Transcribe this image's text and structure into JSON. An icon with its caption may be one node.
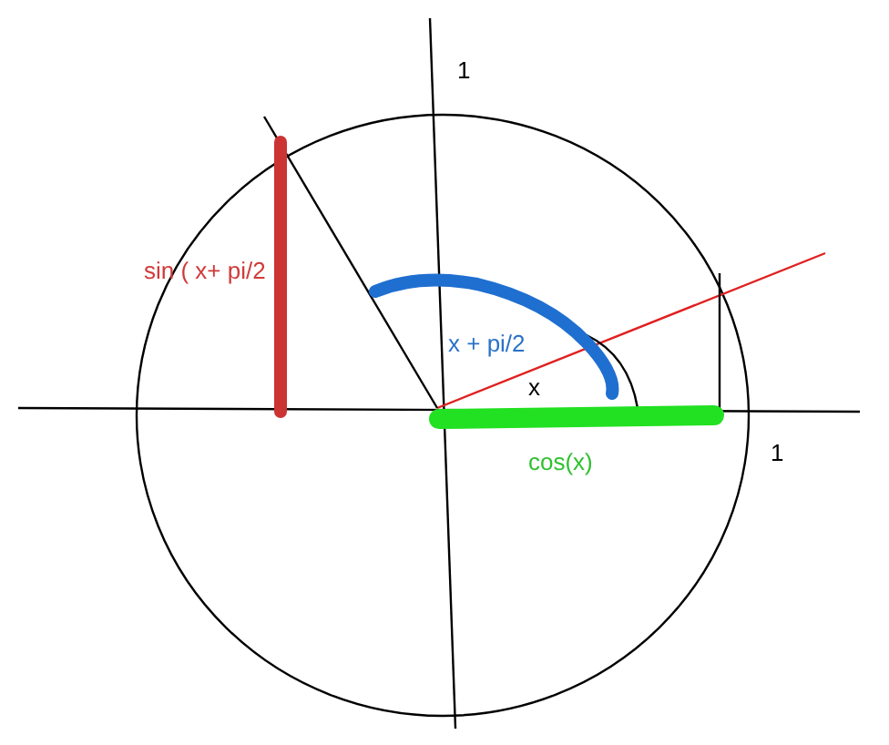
{
  "diagram": {
    "labels": [
      "1",
      "sin ( x+ pi/2",
      "x  +  pi/2",
      "x",
      "cos(x)",
      "1"
    ]
  }
}
